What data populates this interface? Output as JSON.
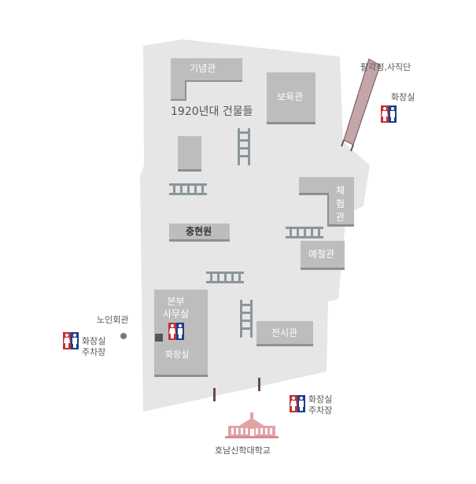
{
  "map": {
    "buildings": {
      "memorial_hall": "기념관",
      "boyuk_hall": "보육관",
      "buildings_1920s": "1920년대 건물들",
      "experience_hall": [
        "체",
        "험",
        "관"
      ],
      "chunghyeon_won": "충현원",
      "yejeol_hall": "예절관",
      "headquarters": [
        "본부",
        "사무실"
      ],
      "headquarters_restroom": "화장실",
      "exhibition_hall": "전시관"
    },
    "outside": {
      "palgakjeong": "팔각정,사직단",
      "restroom_top_right": "화장실",
      "senior_center": "노인회관",
      "left_restroom": "화장실",
      "left_parking": "주차장",
      "bottom_restroom": "화장실",
      "bottom_parking": "주차장",
      "university": "호남신학대학교"
    },
    "icons": {
      "restroom": "restroom-icon",
      "university": "university-building-icon",
      "stairs": "stairs-icon"
    },
    "colors": {
      "ground": "#e6e6e6",
      "building": "#bdbdbd",
      "building_shadow": "#8f8f8f",
      "stairs": "#8a969c",
      "path": "#c4a6aa",
      "path_border": "#6b5050",
      "gate": "#6b4b4b",
      "university": "#e3a3a6",
      "restroom_male": "#1e3f8c",
      "restroom_female": "#c0303a"
    }
  }
}
